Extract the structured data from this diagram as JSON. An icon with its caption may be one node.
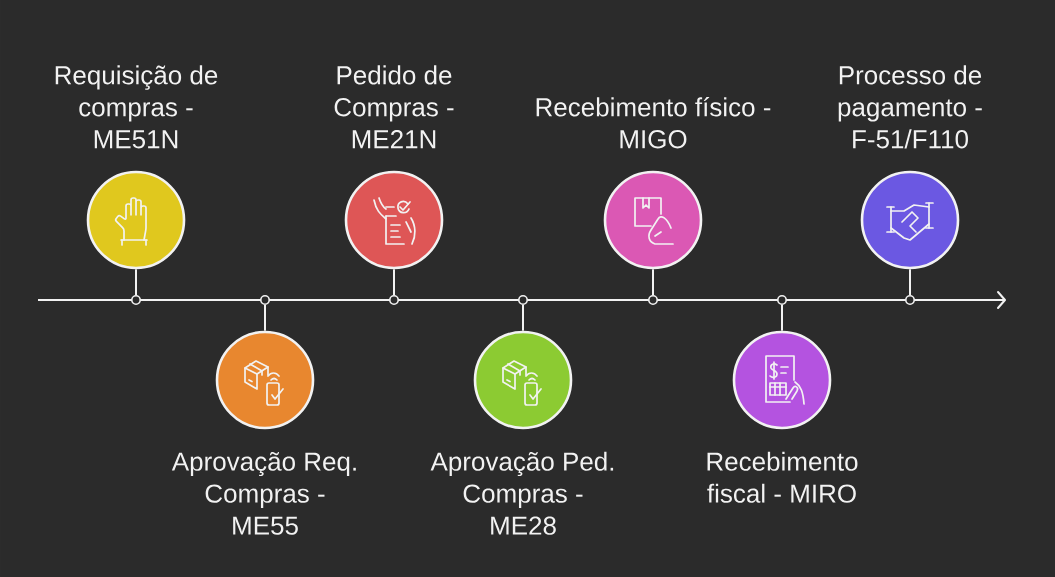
{
  "diagram": {
    "nodes": [
      {
        "text": [
          "Requisição de compras - ME51N"
        ]
      },
      {
        "text": [
          "Aprovação Req. Compras - ME55"
        ]
      },
      {
        "text": [
          "Pedido de Compras - ME21N"
        ]
      },
      {
        "text": [
          "Aprovação Ped. Compras - ME28"
        ]
      },
      {
        "text": [
          "Recebimento físico - MIGO"
        ]
      },
      {
        "text": [
          "Recebimento fiscal - MIRO"
        ]
      },
      {
        "text": [
          "Processo de pagamento - F-51/F110"
        ]
      },
      {
        "text": [],
        "shape": "bar"
      },
      {
        "text": [],
        "shape": "circle",
        "in": 7
      },
      {
        "text": [],
        "shape": "circle",
        "in": 7
      },
      {
        "text": [],
        "shape": "circle",
        "in": 7
      },
      {
        "text": [],
        "shape": "circle",
        "in": 7
      },
      {
        "text": [],
        "shape": "circle",
        "in": 7
      },
      {
        "text": [],
        "shape": "circle",
        "in": 7
      },
      {
        "text": [],
        "shape": "circle",
        "in": 7
      }
    ],
    "edges": [
      {
        "from": 0,
        "to": 8,
        "arrow": "none"
      },
      {
        "from": 1,
        "to": 9,
        "arrow": "none"
      },
      {
        "from": 2,
        "to": 10,
        "arrow": "none"
      },
      {
        "from": 3,
        "to": 11,
        "arrow": "none"
      },
      {
        "from": 4,
        "to": 12,
        "arrow": "none"
      },
      {
        "from": 5,
        "to": 13,
        "arrow": "none"
      },
      {
        "from": 6,
        "to": 14,
        "arrow": "none"
      }
    ]
  }
}
